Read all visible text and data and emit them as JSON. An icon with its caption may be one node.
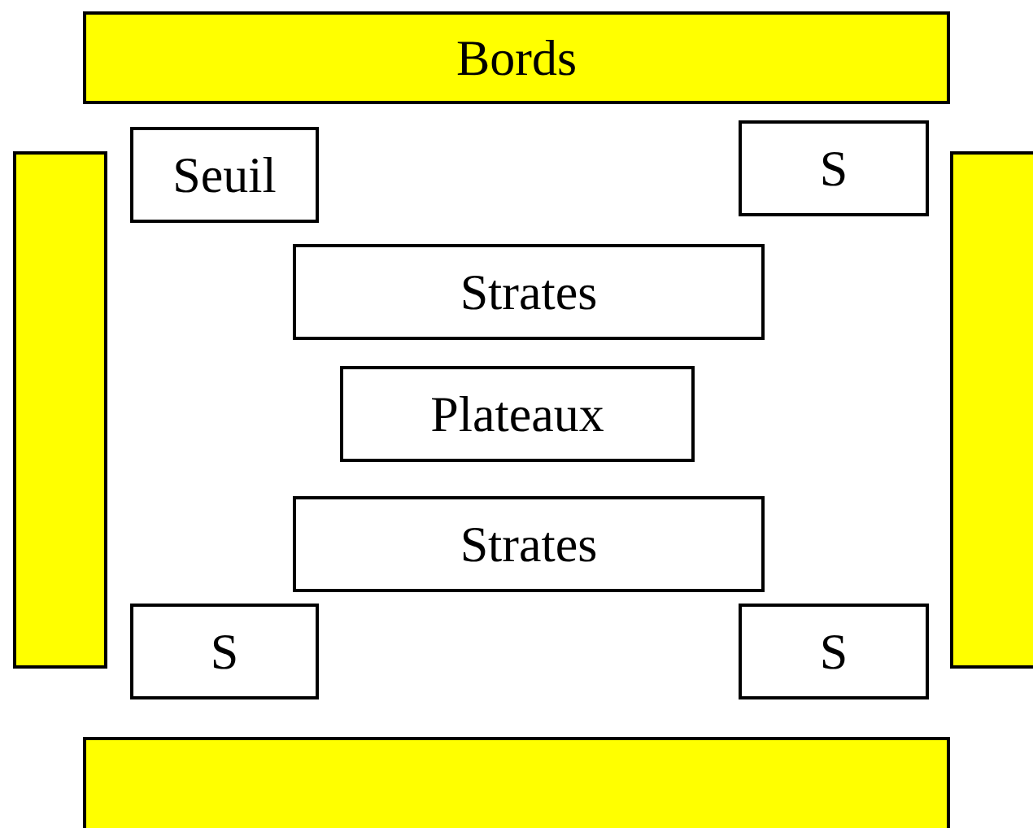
{
  "diagram": {
    "nodes": [
      {
        "text": [
          "Bords"
        ]
      },
      {
        "text": [],
        "shape": "bar"
      },
      {
        "text": [
          "Seuil"
        ]
      },
      {
        "text": [
          "S"
        ]
      },
      {
        "text": [],
        "shape": "bar"
      },
      {
        "text": [
          "Strates"
        ]
      },
      {
        "text": [
          "Plateaux"
        ]
      },
      {
        "text": [
          "Strates"
        ]
      },
      {
        "text": [
          "S"
        ]
      },
      {
        "text": [
          "S"
        ]
      },
      {
        "text": [],
        "shape": "bar"
      }
    ]
  }
}
